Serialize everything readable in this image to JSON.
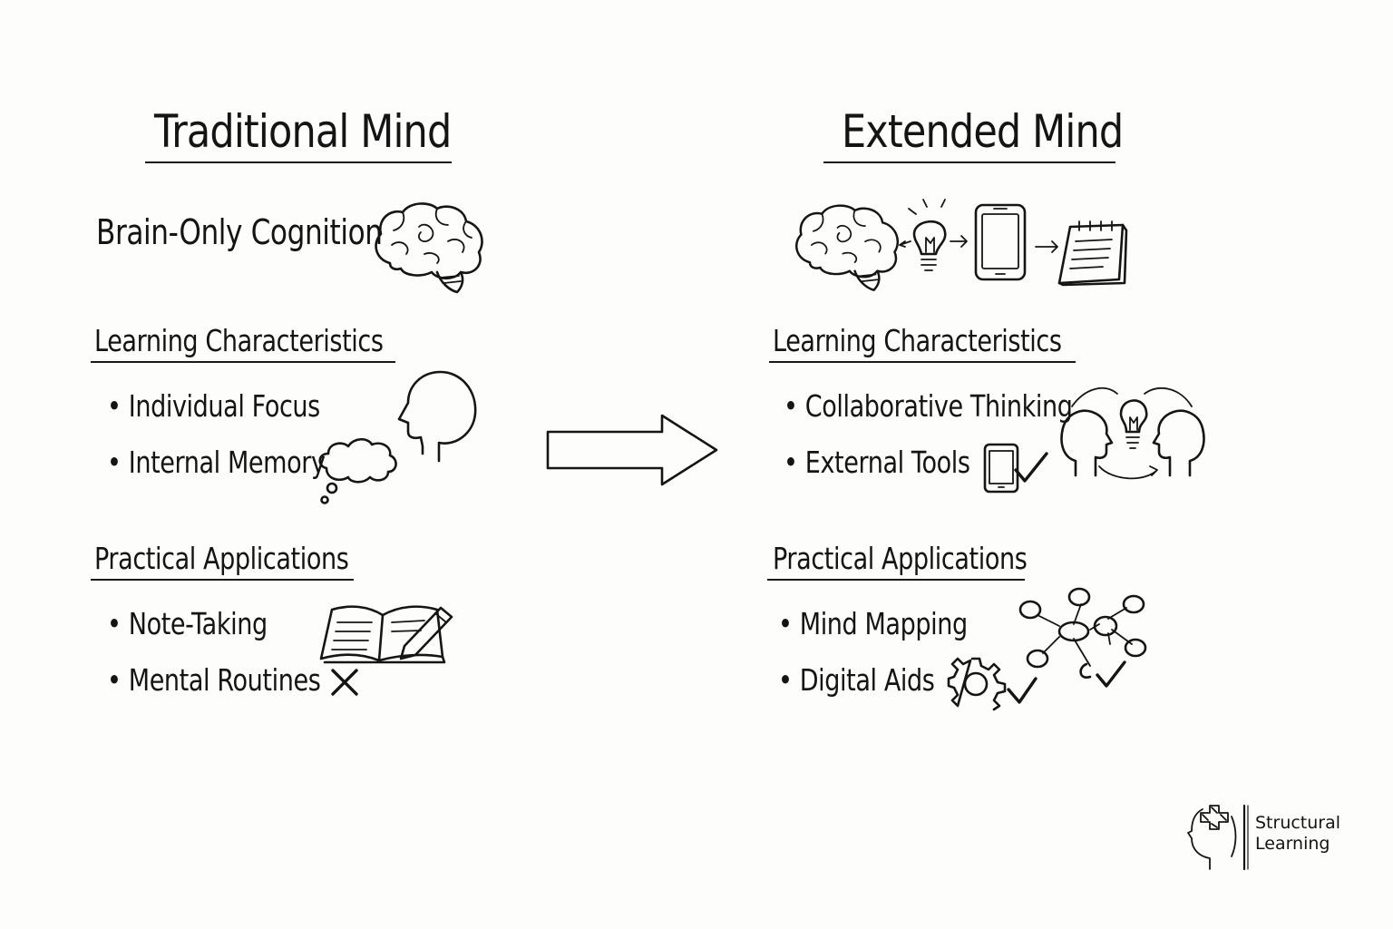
{
  "left": {
    "title": "Traditional Mind",
    "subtitle": "Brain-Only Cognition",
    "learning": {
      "heading": "Learning Characteristics",
      "items": [
        "Individual Focus",
        "Internal Memory"
      ]
    },
    "practical": {
      "heading": "Practical Applications",
      "items": [
        "Note-Taking",
        "Mental Routines"
      ]
    }
  },
  "right": {
    "title": "Extended Mind",
    "learning": {
      "heading": "Learning Characteristics",
      "items": [
        "Collaborative Thinking",
        "External Tools"
      ]
    },
    "practical": {
      "heading": "Practical Applications",
      "items": [
        "Mind Mapping",
        "Digital Aids"
      ]
    }
  },
  "logo": {
    "line1": "Structural",
    "line2": "Learning"
  },
  "bullet": "•",
  "icons": {
    "brain": "brain-icon",
    "head": "head-silhouette-icon",
    "thought": "thought-bubble-icon",
    "notebook": "open-notebook-pencil-icon",
    "cross": "x-mark-icon",
    "arrow": "right-arrow-icon",
    "bulb": "lightbulb-icon",
    "phone": "smartphone-icon",
    "notepad": "notepad-icon",
    "collab": "two-heads-idea-icon",
    "check": "checkmark-icon",
    "network": "mind-map-network-icon",
    "gear": "gear-icon",
    "logo": "structural-learning-logo-icon"
  }
}
